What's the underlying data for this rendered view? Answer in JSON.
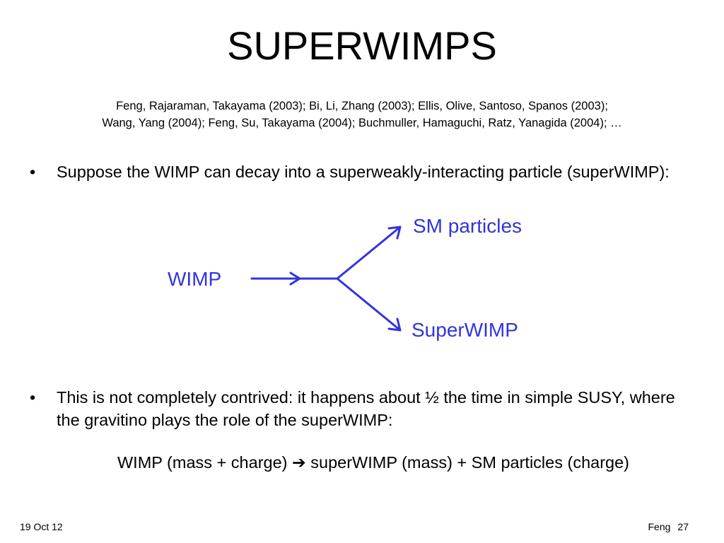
{
  "slide": {
    "title": "SUPERWIMPS",
    "citations": [
      "Feng, Rajaraman, Takayama (2003); Bi, Li, Zhang (2003); Ellis, Olive, Santoso, Spanos (2003);",
      "Wang, Yang (2004); Feng, Su, Takayama (2004); Buchmuller, Hamaguchi, Ratz, Yanagida (2004); …"
    ],
    "bullets": [
      {
        "marker": "•",
        "text": "Suppose the WIMP can decay into a superweakly-interacting particle (superWIMP):"
      },
      {
        "marker": "•",
        "text": "This is not completely contrived: it happens about ½ the time in simple SUSY, where the gravitino plays the role of the superWIMP:"
      }
    ],
    "diagram": {
      "source_label": "WIMP",
      "upper_product_label": "SM particles",
      "lower_product_label": "SuperWIMP",
      "color": "#3333dd"
    },
    "equation": {
      "left": "WIMP (mass + charge)",
      "arrow": "➔",
      "right": "superWIMP (mass) + SM particles (charge)"
    },
    "footer": {
      "date": "19 Oct 12",
      "author": "Feng",
      "page_number": "27"
    }
  }
}
